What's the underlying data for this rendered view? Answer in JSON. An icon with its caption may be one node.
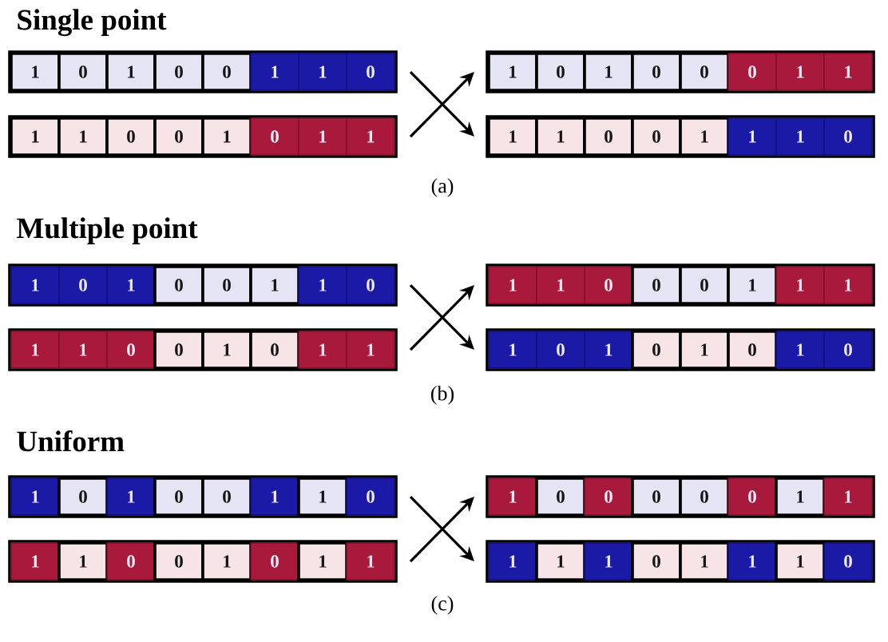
{
  "diagram": {
    "nodes": [
      {
        "text": [],
        "shape": "box"
      },
      {
        "text": [
          "1"
        ],
        "in": 0
      },
      {
        "text": [
          "0"
        ],
        "in": 0
      },
      {
        "text": [
          "1"
        ],
        "in": 0
      },
      {
        "text": [
          "0"
        ],
        "in": 0
      },
      {
        "text": [
          "0"
        ],
        "in": 0
      },
      {
        "text": [
          "1"
        ],
        "in": 0
      },
      {
        "text": [
          "1"
        ],
        "in": 0
      },
      {
        "text": [
          "0"
        ],
        "in": 0
      },
      {
        "text": [],
        "shape": "box"
      },
      {
        "text": [
          "1"
        ],
        "in": 9
      },
      {
        "text": [
          "0"
        ],
        "in": 9
      },
      {
        "text": [
          "1"
        ],
        "in": 9
      },
      {
        "text": [
          "0"
        ],
        "in": 9
      },
      {
        "text": [
          "0"
        ],
        "in": 9
      },
      {
        "text": [
          "0"
        ],
        "in": 9
      },
      {
        "text": [
          "1"
        ],
        "in": 9
      },
      {
        "text": [
          "1"
        ],
        "in": 9
      },
      {
        "text": [],
        "shape": "box"
      },
      {
        "text": [
          "1"
        ],
        "in": 18
      },
      {
        "text": [
          "1"
        ],
        "in": 18
      },
      {
        "text": [
          "0"
        ],
        "in": 18
      },
      {
        "text": [
          "0"
        ],
        "in": 18
      },
      {
        "text": [
          "1"
        ],
        "in": 18
      },
      {
        "text": [
          "0"
        ],
        "in": 18
      },
      {
        "text": [
          "1"
        ],
        "in": 18
      },
      {
        "text": [
          "1"
        ],
        "in": 18
      },
      {
        "text": [],
        "shape": "box"
      },
      {
        "text": [
          "1"
        ],
        "in": 27
      },
      {
        "text": [
          "1"
        ],
        "in": 27
      },
      {
        "text": [
          "0"
        ],
        "in": 27
      },
      {
        "text": [
          "0"
        ],
        "in": 27
      },
      {
        "text": [
          "1"
        ],
        "in": 27
      },
      {
        "text": [
          "1"
        ],
        "in": 27
      },
      {
        "text": [
          "1"
        ],
        "in": 27
      },
      {
        "text": [
          "0"
        ],
        "in": 27
      },
      {
        "text": [],
        "shape": "box"
      },
      {
        "text": [
          "1"
        ],
        "in": 36
      },
      {
        "text": [
          "0"
        ],
        "in": 36
      },
      {
        "text": [
          "1"
        ],
        "in": 36
      },
      {
        "text": [
          "0"
        ],
        "in": 36
      },
      {
        "text": [
          "0"
        ],
        "in": 36
      },
      {
        "text": [
          "1"
        ],
        "in": 36
      },
      {
        "text": [
          "1"
        ],
        "in": 36
      },
      {
        "text": [
          "0"
        ],
        "in": 36
      },
      {
        "text": [],
        "shape": "box"
      },
      {
        "text": [
          "1"
        ],
        "in": 45
      },
      {
        "text": [
          "1"
        ],
        "in": 45
      },
      {
        "text": [
          "0"
        ],
        "in": 45
      },
      {
        "text": [
          "0"
        ],
        "in": 45
      },
      {
        "text": [
          "0"
        ],
        "in": 45
      },
      {
        "text": [
          "1"
        ],
        "in": 45
      },
      {
        "text": [
          "1"
        ],
        "in": 45
      },
      {
        "text": [
          "1"
        ],
        "in": 45
      },
      {
        "text": [],
        "shape": "box"
      },
      {
        "text": [
          "1"
        ],
        "in": 54
      },
      {
        "text": [
          "1"
        ],
        "in": 54
      },
      {
        "text": [
          "0"
        ],
        "in": 54
      },
      {
        "text": [
          "0"
        ],
        "in": 54
      },
      {
        "text": [
          "1"
        ],
        "in": 54
      },
      {
        "text": [
          "0"
        ],
        "in": 54
      },
      {
        "text": [
          "1"
        ],
        "in": 54
      },
      {
        "text": [
          "1"
        ],
        "in": 54
      },
      {
        "text": [],
        "shape": "box"
      },
      {
        "text": [
          "1"
        ],
        "in": 63
      },
      {
        "text": [
          "0"
        ],
        "in": 63
      },
      {
        "text": [
          "1"
        ],
        "in": 63
      },
      {
        "text": [
          "0"
        ],
        "in": 63
      },
      {
        "text": [
          "1"
        ],
        "in": 63
      },
      {
        "text": [
          "0"
        ],
        "in": 63
      },
      {
        "text": [
          "1"
        ],
        "in": 63
      },
      {
        "text": [
          "0"
        ],
        "in": 63
      },
      {
        "text": [],
        "shape": "box"
      },
      {
        "text": [
          "1"
        ],
        "in": 72
      },
      {
        "text": [
          "0"
        ],
        "in": 72
      },
      {
        "text": [
          "1"
        ],
        "in": 72
      },
      {
        "text": [
          "0"
        ],
        "in": 72
      },
      {
        "text": [
          "0"
        ],
        "in": 72
      },
      {
        "text": [
          "1"
        ],
        "in": 72
      },
      {
        "text": [
          "1"
        ],
        "in": 72
      },
      {
        "text": [
          "0"
        ],
        "in": 72
      },
      {
        "text": [],
        "shape": "box"
      },
      {
        "text": [
          "1"
        ],
        "in": 81
      },
      {
        "text": [
          "0"
        ],
        "in": 81
      },
      {
        "text": [
          "0"
        ],
        "in": 81
      },
      {
        "text": [
          "0"
        ],
        "in": 81
      },
      {
        "text": [
          "0"
        ],
        "in": 81
      },
      {
        "text": [
          "0"
        ],
        "in": 81
      },
      {
        "text": [
          "1"
        ],
        "in": 81
      },
      {
        "text": [
          "1"
        ],
        "in": 81
      },
      {
        "text": [],
        "shape": "box"
      },
      {
        "text": [
          "1"
        ],
        "in": 90
      },
      {
        "text": [
          "1"
        ],
        "in": 90
      },
      {
        "text": [
          "0"
        ],
        "in": 90
      },
      {
        "text": [
          "0"
        ],
        "in": 90
      },
      {
        "text": [
          "1"
        ],
        "in": 90
      },
      {
        "text": [
          "0"
        ],
        "in": 90
      },
      {
        "text": [
          "1"
        ],
        "in": 90
      },
      {
        "text": [
          "1"
        ],
        "in": 90
      },
      {
        "text": [],
        "shape": "box"
      },
      {
        "text": [
          "1"
        ],
        "in": 99
      },
      {
        "text": [
          "1"
        ],
        "in": 99
      },
      {
        "text": [
          "1"
        ],
        "in": 99
      },
      {
        "text": [
          "0"
        ],
        "in": 99
      },
      {
        "text": [
          "1"
        ],
        "in": 99
      },
      {
        "text": [
          "1"
        ],
        "in": 99
      },
      {
        "text": [
          "1"
        ],
        "in": 99
      },
      {
        "text": [
          "0"
        ],
        "in": 99
      }
    ],
    "edges": [
      {
        "from": 0,
        "to": 27,
        "arrow": "to"
      },
      {
        "from": 18,
        "to": 9,
        "arrow": "to"
      },
      {
        "from": 36,
        "to": 63,
        "arrow": "to"
      },
      {
        "from": 54,
        "to": 45,
        "arrow": "to"
      },
      {
        "from": 72,
        "to": 99,
        "arrow": "to"
      },
      {
        "from": 90,
        "to": 81,
        "arrow": "to"
      }
    ],
    "labels": [
      "Single point",
      "(a)",
      "Multiple point",
      "(b)",
      "Uniform",
      "(c)"
    ]
  }
}
